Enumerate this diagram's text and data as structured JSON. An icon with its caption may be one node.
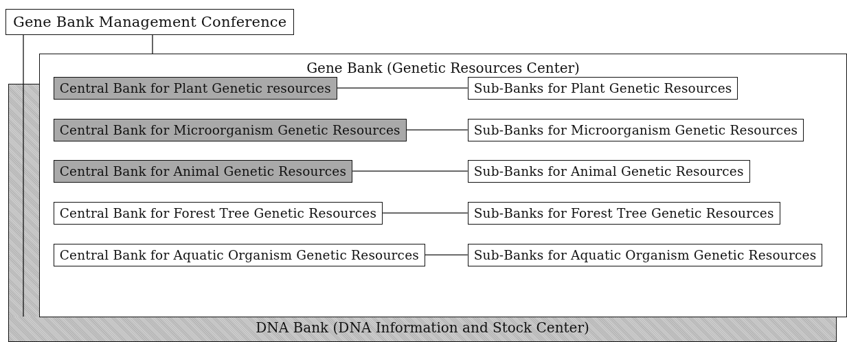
{
  "diagram": {
    "nodes": [
      {
        "text": [
          "Gene Bank Management Conference"
        ]
      },
      {
        "text": [
          "Gene Bank (Genetic Resources Center)"
        ]
      },
      {
        "text": [
          "Central Bank for Plant Genetic resources"
        ],
        "in": 1
      },
      {
        "text": [
          "Sub-Banks for Plant Genetic Resources"
        ],
        "in": 1
      },
      {
        "text": [
          "Central Bank for Microorganism Genetic Resources"
        ],
        "in": 1
      },
      {
        "text": [
          "Sub-Banks for Microorganism Genetic Resources"
        ],
        "in": 1
      },
      {
        "text": [
          "Central Bank for Animal Genetic Resources"
        ],
        "in": 1
      },
      {
        "text": [
          "Sub-Banks for Animal Genetic Resources"
        ],
        "in": 1
      },
      {
        "text": [
          "Central Bank for Forest Tree Genetic Resources"
        ],
        "in": 1
      },
      {
        "text": [
          "Sub-Banks for Forest Tree Genetic Resources"
        ],
        "in": 1
      },
      {
        "text": [
          "Central Bank for Aquatic Organism Genetic Resources"
        ],
        "in": 1
      },
      {
        "text": [
          "Sub-Banks for Aquatic Organism Genetic Resources"
        ],
        "in": 1
      },
      {
        "text": [
          "DNA Bank (DNA Information and Stock Center)"
        ]
      }
    ],
    "edges": [
      {
        "from": 0,
        "to": 12,
        "arrow": "none"
      },
      {
        "from": 0,
        "to": 1,
        "arrow": "none"
      },
      {
        "from": 2,
        "to": 3,
        "arrow": "none"
      },
      {
        "from": 4,
        "to": 5,
        "arrow": "none"
      },
      {
        "from": 6,
        "to": 7,
        "arrow": "none"
      },
      {
        "from": 8,
        "to": 9,
        "arrow": "none"
      },
      {
        "from": 10,
        "to": 11,
        "arrow": "none"
      }
    ]
  }
}
